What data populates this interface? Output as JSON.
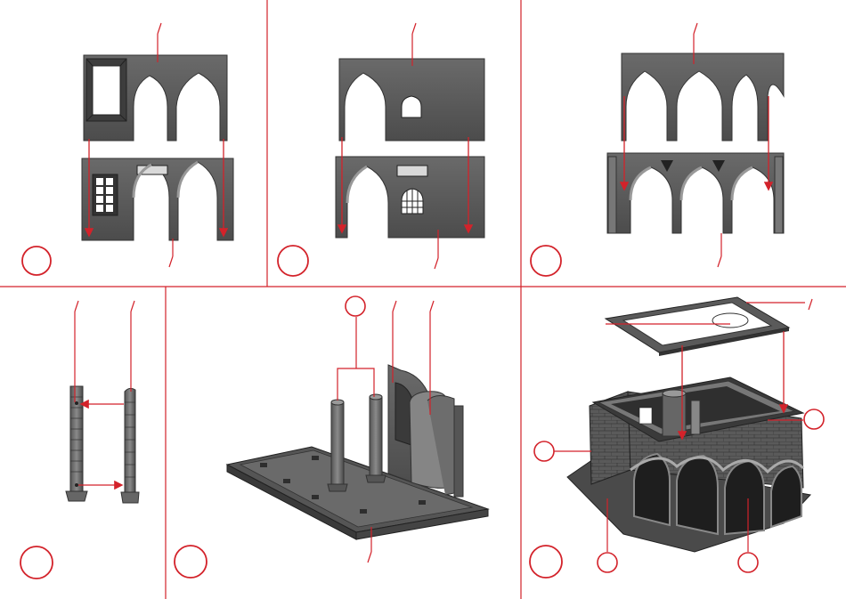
{
  "panels": [
    {
      "id": "panel-1",
      "step_label": ""
    },
    {
      "id": "panel-2",
      "step_label": ""
    },
    {
      "id": "panel-3",
      "step_label": ""
    },
    {
      "id": "panel-4",
      "step_label": ""
    },
    {
      "id": "panel-5",
      "step_label": ""
    },
    {
      "id": "panel-6",
      "step_label": ""
    }
  ],
  "colors": {
    "accent": "#d3222a",
    "part_dark": "#4a4a4a",
    "part_mid": "#6e6e6e",
    "part_light": "#9a9a9a",
    "window_glow": "#ffffff"
  },
  "icons": [
    "step-number-circle",
    "assembly-arrow",
    "callout-tick"
  ]
}
